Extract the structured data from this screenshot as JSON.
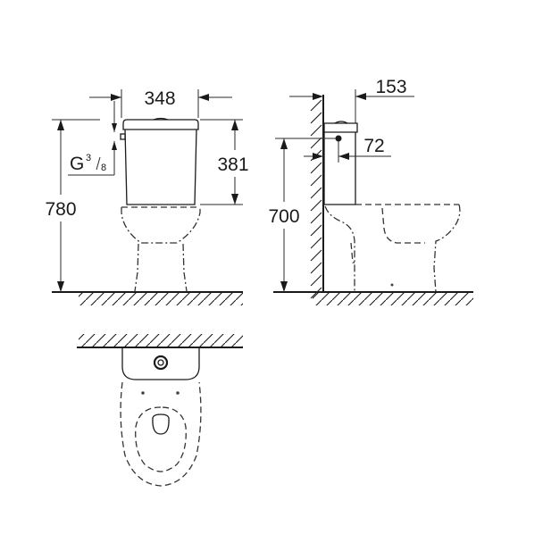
{
  "drawing": {
    "type": "technical-dimension-drawing",
    "subject": "close-coupled toilet",
    "line_color": "#1a1a1a",
    "background": "#ffffff",
    "views": {
      "front": {
        "dimensions": {
          "width": "348",
          "cistern_height": "381",
          "total_height": "780",
          "inlet_thread_prefix": "G",
          "inlet_thread_num": "3",
          "inlet_thread_den": "8"
        }
      },
      "side": {
        "dimensions": {
          "cistern_depth": "153",
          "inlet_offset": "72",
          "inlet_height": "700"
        }
      },
      "top": {
        "dimensions": {}
      }
    }
  }
}
